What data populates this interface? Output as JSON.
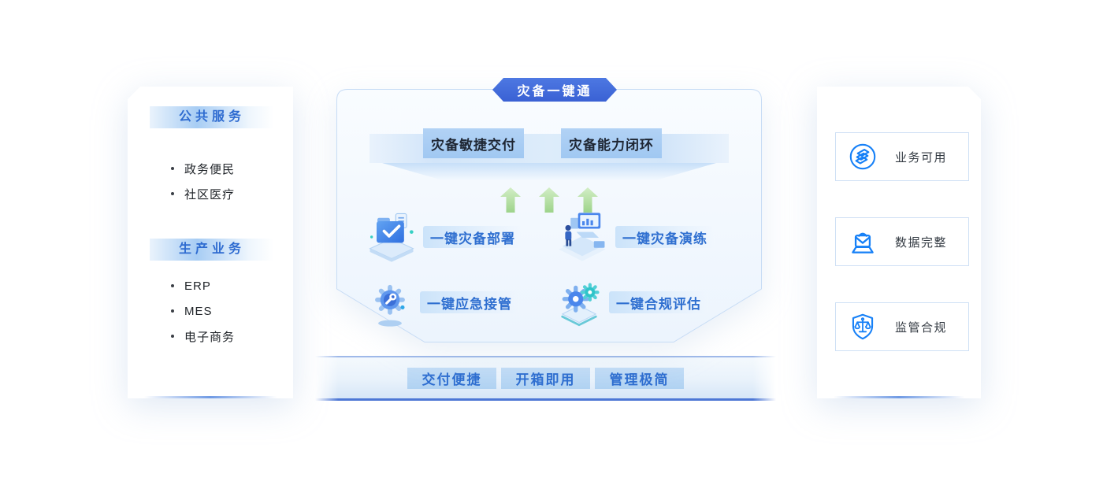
{
  "left_panel": {
    "sections": [
      {
        "title": "公共服务",
        "items": [
          "政务便民",
          "社区医疗"
        ]
      },
      {
        "title": "生产业务",
        "items": [
          "ERP",
          "MES",
          "电子商务"
        ]
      }
    ]
  },
  "center": {
    "badge": "灾备一键通",
    "top_buttons": [
      "灾备敏捷交付",
      "灾备能力闭环"
    ],
    "features": [
      {
        "label": "一键灾备部署",
        "icon": "backup-deploy-illustration"
      },
      {
        "label": "一键灾备演练",
        "icon": "drill-illustration"
      },
      {
        "label": "一键应急接管",
        "icon": "emergency-takeover-illustration"
      },
      {
        "label": "一键合规评估",
        "icon": "compliance-eval-illustration"
      }
    ],
    "bottom_buttons": [
      "交付便捷",
      "开箱即用",
      "管理极简"
    ]
  },
  "right_panel": {
    "items": [
      {
        "label": "业务可用",
        "icon": "layers-icon"
      },
      {
        "label": "数据完整",
        "icon": "mail-tray-icon"
      },
      {
        "label": "监管合规",
        "icon": "shield-scales-icon"
      }
    ]
  },
  "colors": {
    "badge_blue": "#3f68d8",
    "light_button_blue": "#a9cdf3",
    "label_text_blue": "#2f6fd0",
    "header_text_blue": "#2e6bd0",
    "bottom_bar_edge_blue": "#4d77d5",
    "arrow_green": "#9bd384",
    "right_icon_blue": "#1680f7"
  }
}
